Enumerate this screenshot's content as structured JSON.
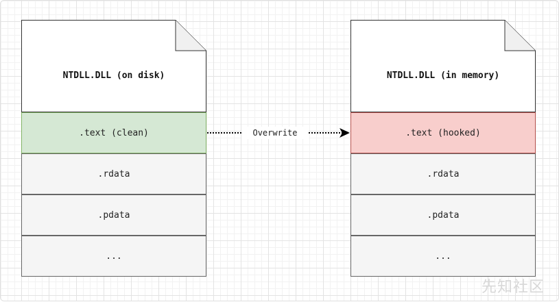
{
  "left_document": {
    "title": "NTDLL.DLL (on disk)",
    "sections": [
      {
        "label": ".text (clean)",
        "fill": "#d5e8d4",
        "border": "#82b366"
      },
      {
        "label": ".rdata",
        "fill": "#f5f5f5",
        "border": "#666666"
      },
      {
        "label": ".pdata",
        "fill": "#f5f5f5",
        "border": "#666666"
      },
      {
        "label": "...",
        "fill": "#f5f5f5",
        "border": "#666666"
      }
    ]
  },
  "right_document": {
    "title": "NTDLL.DLL (in memory)",
    "sections": [
      {
        "label": ".text (hooked)",
        "fill": "#f8cecc",
        "border": "#b85450"
      },
      {
        "label": ".rdata",
        "fill": "#f5f5f5",
        "border": "#666666"
      },
      {
        "label": ".pdata",
        "fill": "#f5f5f5",
        "border": "#666666"
      },
      {
        "label": "...",
        "fill": "#f5f5f5",
        "border": "#666666"
      }
    ]
  },
  "arrow": {
    "label": "Overwrite",
    "style": "dotted"
  },
  "watermark": "先知社区"
}
